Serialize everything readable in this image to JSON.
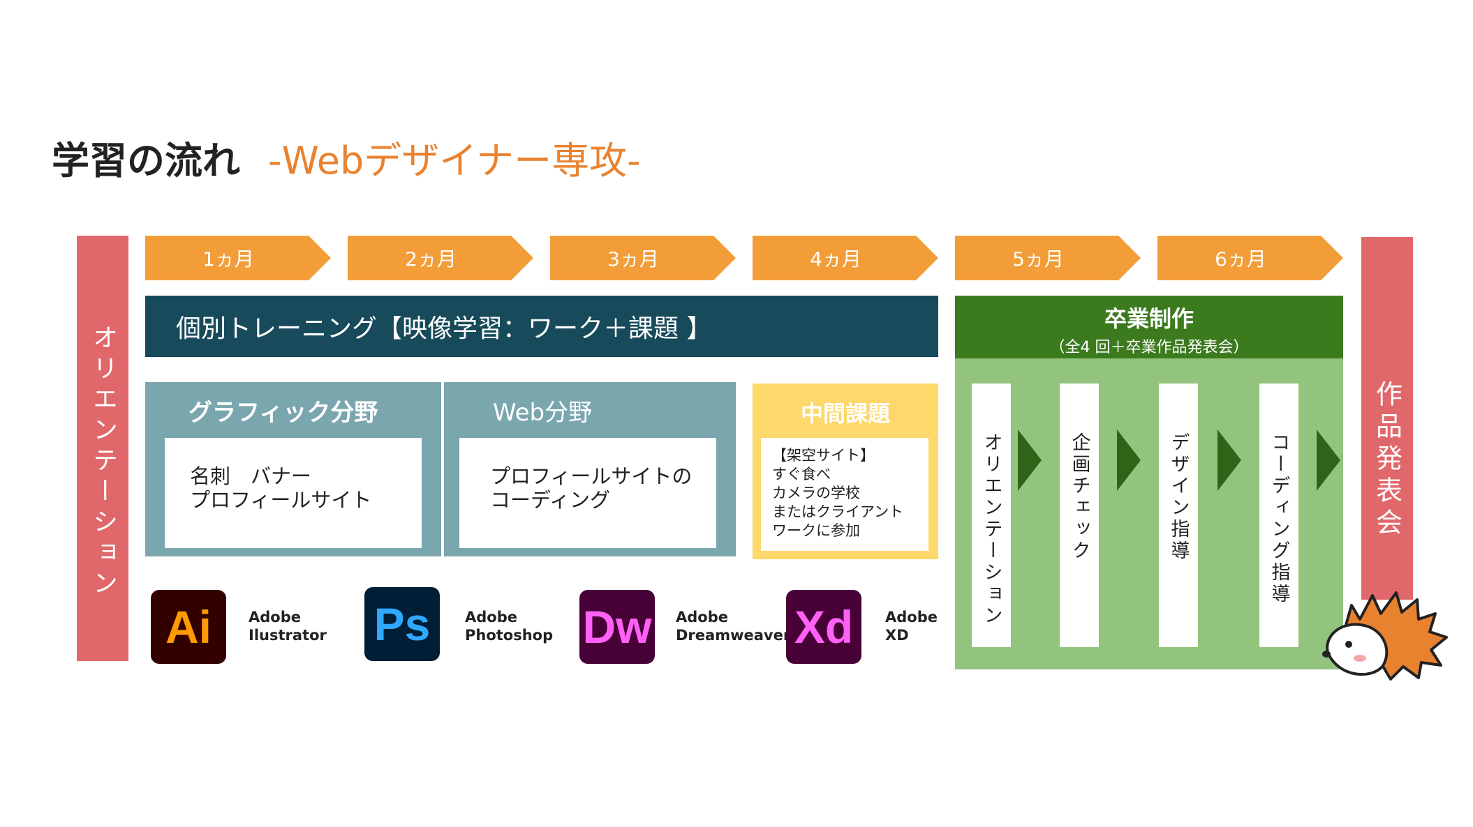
{
  "title": {
    "main": "学習の流れ",
    "sub": "-Webデザイナー専攻-"
  },
  "left_bar": "オリエンテーション",
  "right_bar": "作品発表会",
  "months": [
    "1ヵ月",
    "2ヵ月",
    "3ヵ月",
    "4ヵ月",
    "5ヵ月",
    "6ヵ月"
  ],
  "training_band": "個別トレーニング【映像学習：ワーク＋課題 】",
  "graphic": {
    "title": "グラフィック分野",
    "line1": "名刺　バナー",
    "line2": "プロフィールサイト"
  },
  "web": {
    "title": "Web分野",
    "line1": "プロフィールサイトの",
    "line2": "コーディング"
  },
  "midterm": {
    "title": "中間課題",
    "lines": [
      "【架空サイト】",
      "すぐ食べ",
      "カメラの学校",
      "またはクライアント",
      "ワークに参加"
    ]
  },
  "graduation": {
    "title": "卒業制作",
    "subtitle": "（全4 回＋卒業作品発表会）",
    "steps": [
      "オリエンテーション",
      "企画チェック",
      "デザイン指導",
      "コーディング指導"
    ]
  },
  "apps": [
    {
      "abbr": "Ai",
      "line1": "Adobe",
      "line2": "Ilustrator",
      "bg": "#330000",
      "fg": "#ff9a00"
    },
    {
      "abbr": "Ps",
      "line1": "Adobe",
      "line2": "Photoshop",
      "bg": "#001e36",
      "fg": "#31a8ff"
    },
    {
      "abbr": "Dw",
      "line1": "Adobe",
      "line2": "Dreamweaver",
      "bg": "#470137",
      "fg": "#ff61f6"
    },
    {
      "abbr": "Xd",
      "line1": "Adobe",
      "line2": "XD",
      "bg": "#470137",
      "fg": "#ff61f6"
    }
  ],
  "colors": {
    "orange": "#f29d38",
    "pink": "#e0676a",
    "navy": "#174a5a",
    "steel": "#7aa6ae",
    "yellow": "#fdd86a",
    "dark_green": "#3c7a1e",
    "light_green": "#93c47d"
  }
}
